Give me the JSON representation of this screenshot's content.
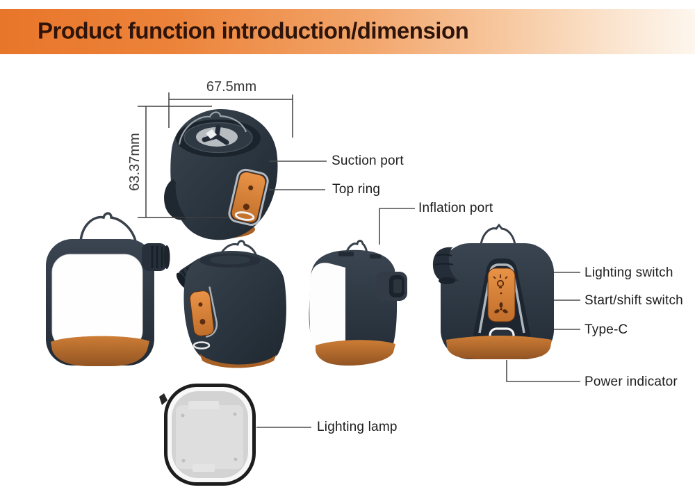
{
  "header": {
    "title": "Product function introduction/dimension"
  },
  "dimensions": {
    "width": "67.5mm",
    "height": "63.37mm"
  },
  "labels": {
    "suction_port": "Suction port",
    "top_ring": "Top ring",
    "inflation_port": "Inflation port",
    "lighting_switch": "Lighting switch",
    "start_shift_switch": "Start/shift switch",
    "type_c": "Type-C",
    "power_indicator": "Power indicator",
    "lighting_lamp": "Lighting lamp"
  },
  "icons": {
    "lighting_switch_icon": "bulb-glyph",
    "start_shift_icon": "fan-glyph"
  },
  "colors": {
    "banner_orange": "#e8762a",
    "banner_fade": "#fdf6ee",
    "title_text": "#2e140a",
    "device_body_navy": "#2b3540",
    "device_base_orange": "#bb6c2e",
    "control_panel_orange": "#d9823c",
    "lamp_panel_white": "#fefefe",
    "callout_line": "#4d4d4d",
    "label_text": "#1c1c1c"
  }
}
